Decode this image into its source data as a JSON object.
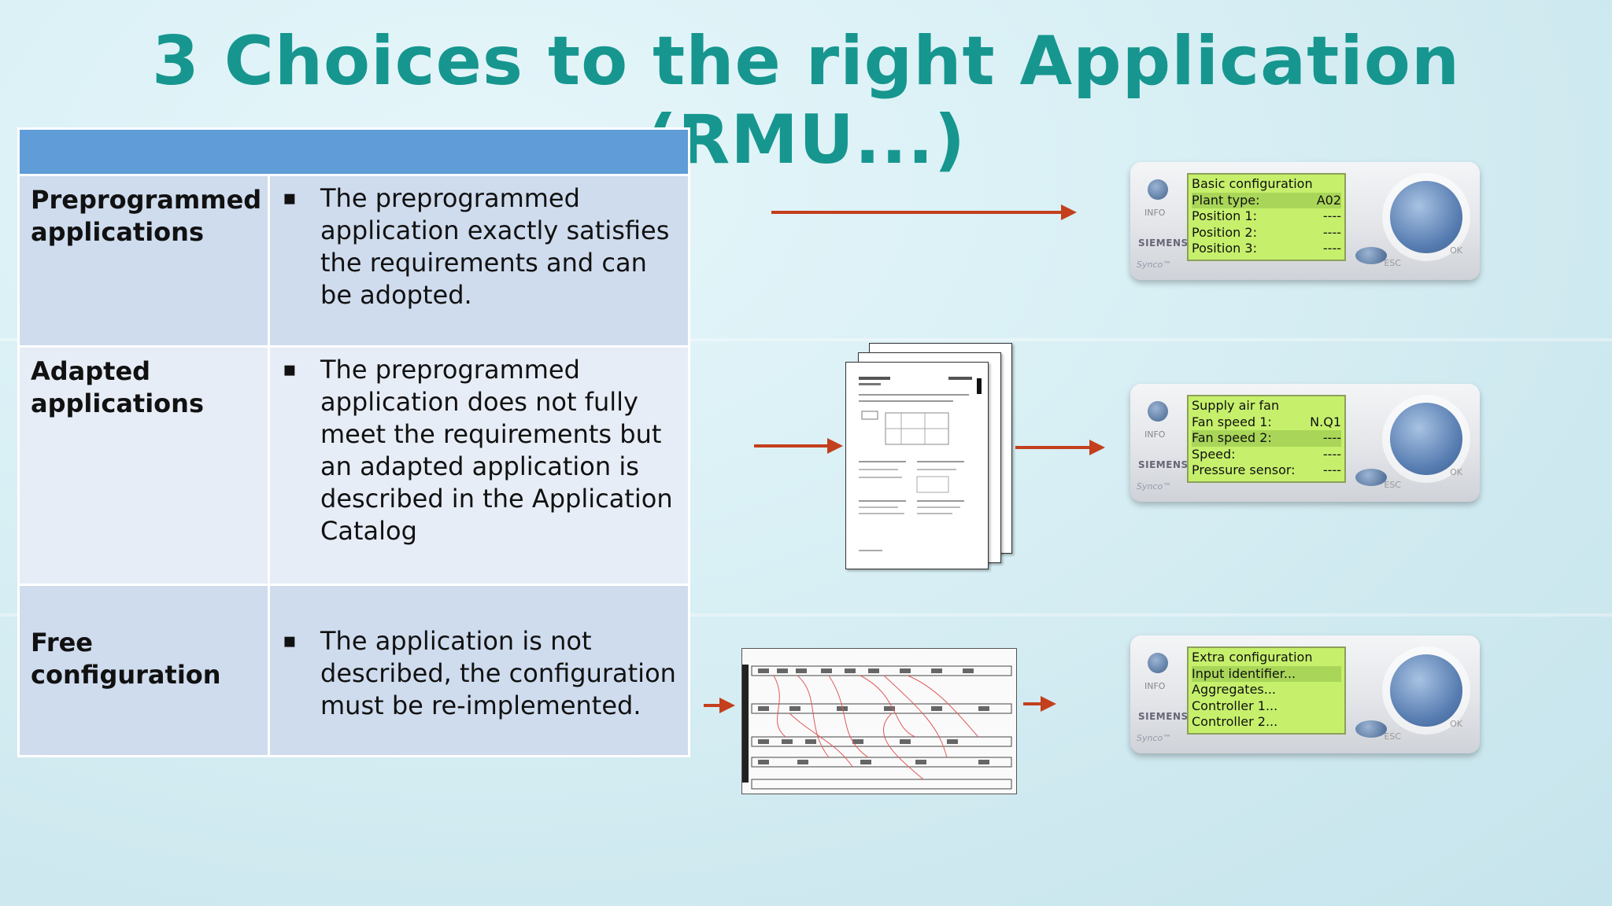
{
  "title": "3 Choices to the right Application (RMU...)",
  "table": {
    "rows": [
      {
        "category": "Preprogrammed applications",
        "description": "The preprogrammed application exactly satisfies the requirements and can be adopted."
      },
      {
        "category": "Adapted applications",
        "description": "The preprogrammed application does not fully meet the requirements but an adapted application is described in the Application Catalog"
      },
      {
        "category": "Free configuration",
        "description": "The application is not described, the configuration must be re-implemented."
      }
    ]
  },
  "devices": [
    {
      "screen_lines": [
        {
          "label": "Basic configuration",
          "value": ""
        },
        {
          "label": "Plant type:",
          "value": "A02"
        },
        {
          "label": "Position 1:",
          "value": "----"
        },
        {
          "label": "Position 2:",
          "value": "----"
        },
        {
          "label": "Position 3:",
          "value": "----"
        }
      ]
    },
    {
      "screen_lines": [
        {
          "label": "Supply air fan",
          "value": ""
        },
        {
          "label": "Fan speed 1:",
          "value": "N.Q1"
        },
        {
          "label": "Fan speed 2:",
          "value": "----"
        },
        {
          "label": "Speed:",
          "value": "----"
        },
        {
          "label": "Pressure sensor:",
          "value": "----"
        }
      ]
    },
    {
      "screen_lines": [
        {
          "label": "Extra configuration",
          "value": ""
        },
        {
          "label": "Input identifier...",
          "value": ""
        },
        {
          "label": "Aggregates...",
          "value": ""
        },
        {
          "label": "Controller 1...",
          "value": ""
        },
        {
          "label": "Controller 2...",
          "value": ""
        }
      ]
    }
  ],
  "device_labels": {
    "info": "INFO",
    "brand": "SIEMENS",
    "product": "Synco™",
    "esc": "ESC",
    "ok": "OK"
  },
  "colors": {
    "title": "#16968f",
    "table_header": "#5f9cd8",
    "arrow": "#c43f1d",
    "lcd": "#c6f06c"
  }
}
